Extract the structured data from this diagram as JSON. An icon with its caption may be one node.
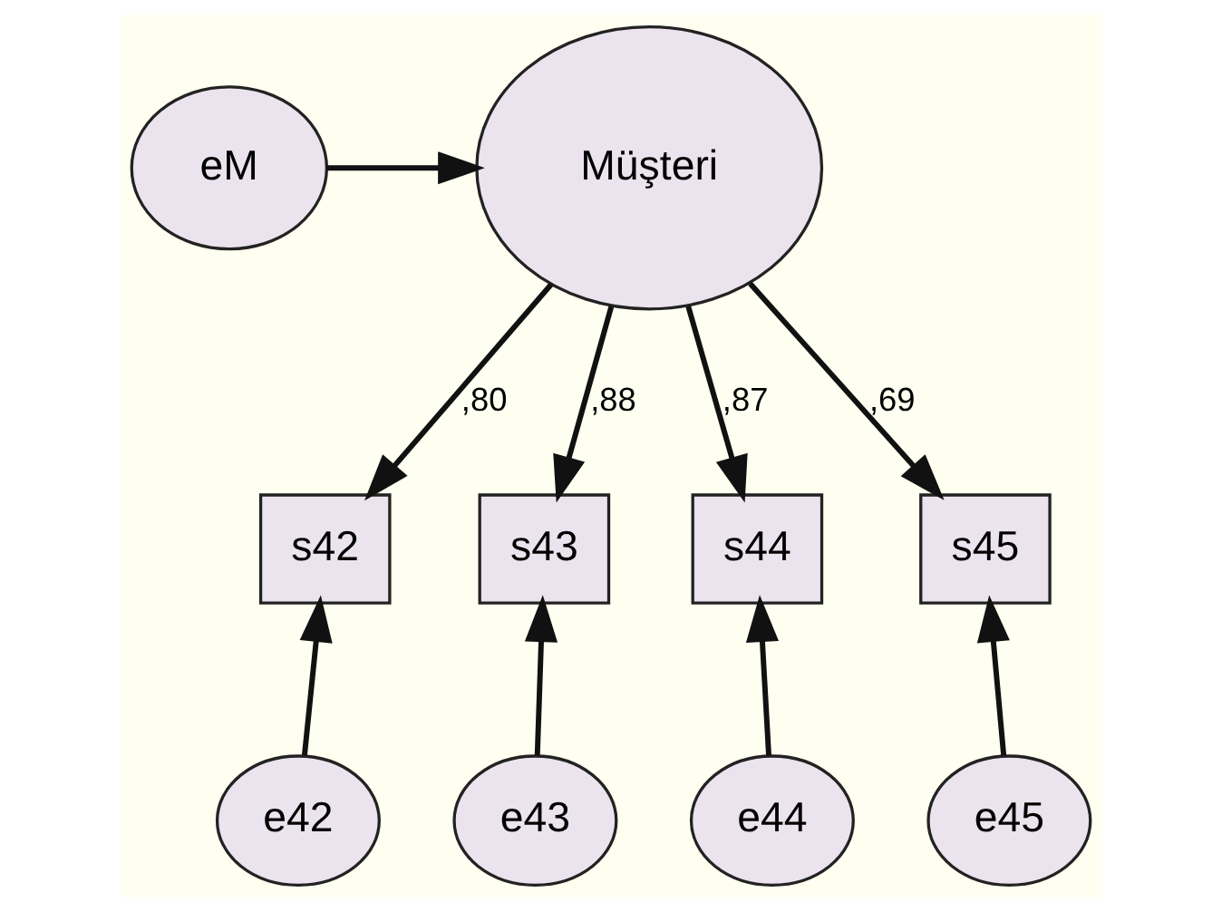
{
  "diagram": {
    "nodes": [
      {
        "text": [
          "eM"
        ]
      },
      {
        "text": [
          "Müşteri"
        ]
      },
      {
        "text": [
          "s42"
        ]
      },
      {
        "text": [
          "s43"
        ]
      },
      {
        "text": [
          "s44"
        ]
      },
      {
        "text": [
          "s45"
        ]
      },
      {
        "text": [
          "e42"
        ]
      },
      {
        "text": [
          "e43"
        ]
      },
      {
        "text": [
          "e44"
        ]
      },
      {
        "text": [
          "e45"
        ]
      }
    ],
    "edges": [
      {
        "from": 0,
        "to": 1,
        "arrow": "to"
      },
      {
        "from": 1,
        "to": 2,
        "arrow": "to",
        "label": ",80"
      },
      {
        "from": 1,
        "to": 3,
        "arrow": "to",
        "label": ",88"
      },
      {
        "from": 1,
        "to": 4,
        "arrow": "to",
        "label": ",87"
      },
      {
        "from": 1,
        "to": 5,
        "arrow": "to",
        "label": ",69"
      },
      {
        "from": 6,
        "to": 2,
        "arrow": "to"
      },
      {
        "from": 7,
        "to": 3,
        "arrow": "to"
      },
      {
        "from": 8,
        "to": 4,
        "arrow": "to"
      },
      {
        "from": 9,
        "to": 5,
        "arrow": "to"
      }
    ]
  }
}
